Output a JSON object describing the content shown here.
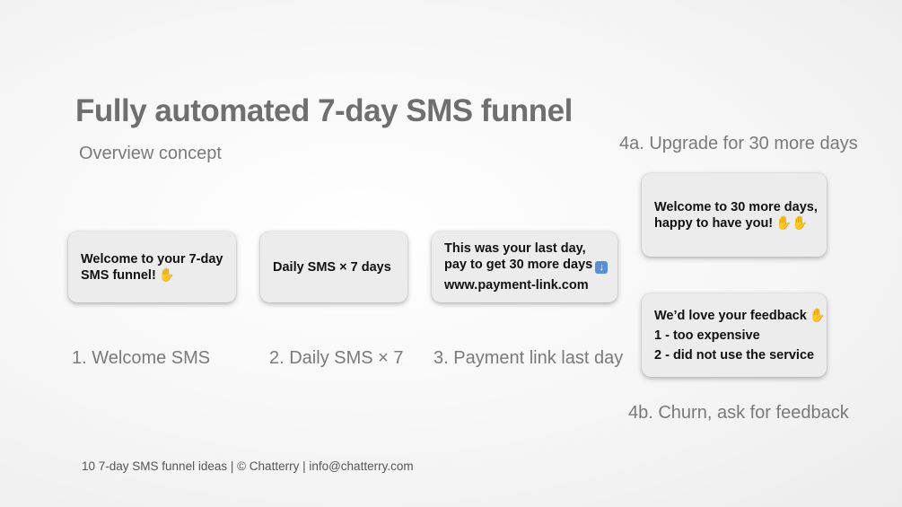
{
  "title": "Fully automated 7-day SMS funnel",
  "subtitle": "Overview concept",
  "steps": [
    {
      "label": "1. Welcome SMS",
      "message": [
        "Welcome to your 7-day",
        "SMS funnel!"
      ],
      "emoji_icon": "waving-hand-icon"
    },
    {
      "label": "2. Daily SMS × 7",
      "message": [
        "Daily SMS × 7 days"
      ]
    },
    {
      "label": "3. Payment link last day",
      "message": [
        "This was your last day,",
        "pay to get 30 more days",
        "www.payment-link.com"
      ],
      "emoji_icon": "down-arrow-icon"
    },
    {
      "label": "4a. Upgrade for 30 more days",
      "message": [
        "Welcome to 30 more days,",
        "happy to have you!"
      ],
      "emoji_icon": "raising-hands-icon"
    },
    {
      "label": "4b. Churn, ask for feedback",
      "message": [
        "We’d love your feedback",
        "1 - too expensive",
        "2 - did not use the service"
      ],
      "emoji_icon": "waving-hand-icon"
    }
  ],
  "footer": "10 7-day SMS funnel ideas | © Chatterry | info@chatterry.com",
  "colors": {
    "card_background": "#ececec",
    "muted_text": "#7a7a7a",
    "title_text": "#6f6f6f"
  }
}
